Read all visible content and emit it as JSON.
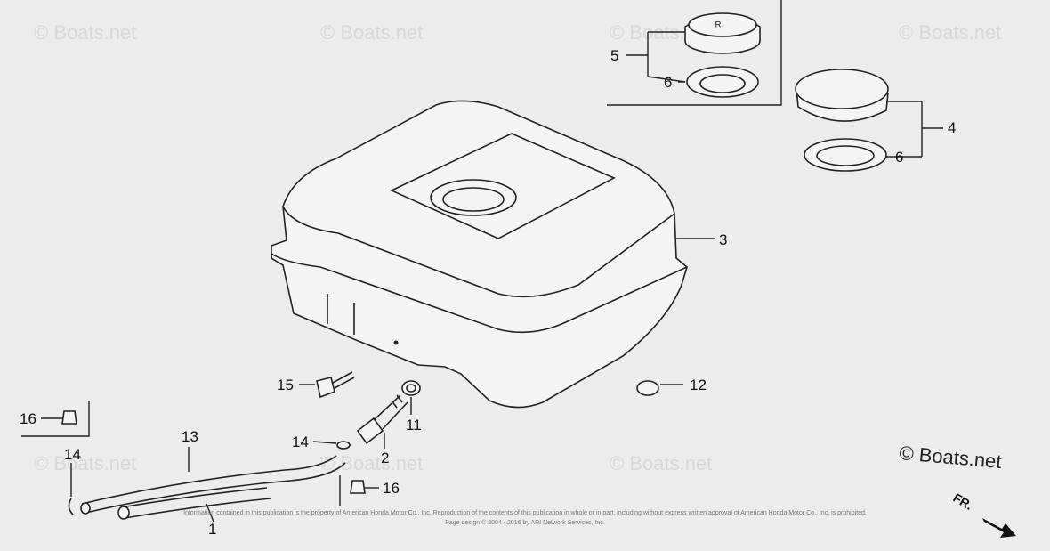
{
  "diagram": {
    "callouts": [
      {
        "id": "c1",
        "text": "1"
      },
      {
        "id": "c2",
        "text": "2"
      },
      {
        "id": "c3",
        "text": "3"
      },
      {
        "id": "c4",
        "text": "4"
      },
      {
        "id": "c5",
        "text": "5"
      },
      {
        "id": "c6a",
        "text": "6"
      },
      {
        "id": "c6b",
        "text": "6"
      },
      {
        "id": "c11",
        "text": "11"
      },
      {
        "id": "c12",
        "text": "12"
      },
      {
        "id": "c13",
        "text": "13"
      },
      {
        "id": "c14a",
        "text": "14"
      },
      {
        "id": "c14b",
        "text": "14"
      },
      {
        "id": "c15",
        "text": "15"
      },
      {
        "id": "c16a",
        "text": "16"
      },
      {
        "id": "c16b",
        "text": "16"
      }
    ],
    "watermark_text": "© Boats.net",
    "copyright_label": "© Boats.net",
    "front_indicator": "FR.",
    "footer_line1": "Information contained in this publication is the property of American Honda Motor Co., Inc. Reproduction of the contents of this publication in whole or in part, including without express written approval of American Honda Motor Co., Inc. is prohibited.",
    "footer_line2": "Page design © 2004 - 2016 by ARI Network Services, Inc."
  }
}
